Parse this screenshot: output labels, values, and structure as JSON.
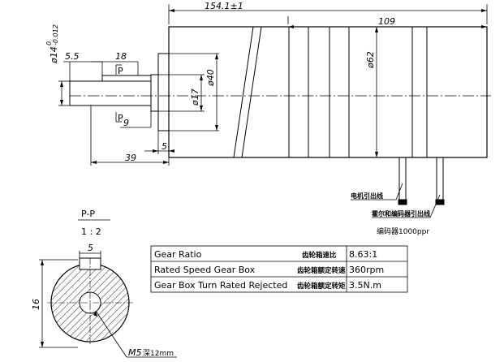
{
  "dimensions": {
    "total_length": "154.1±1",
    "body_length": "109",
    "shaft_diameter": "ø14",
    "shaft_tol_upper": "0",
    "shaft_tol_lower": "-0.012",
    "shaft_offset": "5.5",
    "key_length": "18",
    "key_offset": "9",
    "flange_diameter": "ø40",
    "hub_diameter": "ø17",
    "body_diameter": "ø62",
    "flange_thickness": "5",
    "shaft_extension": "39"
  },
  "section_marks": {
    "top": "P",
    "bottom": "P"
  },
  "wire_labels": {
    "motor_lead": "电机引出线",
    "hall_encoder_lead": "霍尔和编码器引出线",
    "encoder": "编码器1000ppr"
  },
  "section_view": {
    "title": "P-P",
    "scale": "1 : 2",
    "key_width": "5",
    "height": "16",
    "thread": "M5",
    "thread_depth": "深12mm"
  },
  "spec_table": {
    "rows": [
      {
        "label": "Gear Ratio",
        "cn": "齿轮箱速比",
        "value": "8.63:1"
      },
      {
        "label": "Rated Speed Gear Box",
        "cn": "齿轮箱额定转速",
        "value": "360rpm"
      },
      {
        "label": "Gear Box Turn Rated Rejected",
        "cn": "齿轮箱额定转矩",
        "value": "3.5N.m"
      }
    ]
  }
}
